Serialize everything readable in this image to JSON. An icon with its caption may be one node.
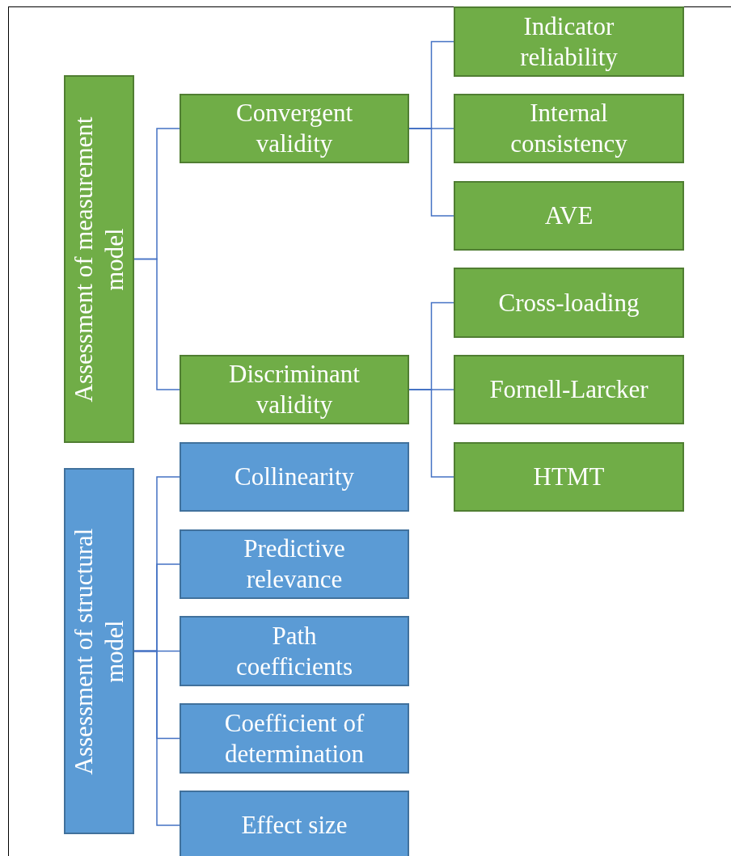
{
  "diagram": {
    "nodes": [
      {
        "text": [
          "Assessment of measurement model"
        ]
      },
      {
        "text": [
          "Convergent validity"
        ]
      },
      {
        "text": [
          "Indicator reliability"
        ]
      },
      {
        "text": [
          "Internal consistency"
        ]
      },
      {
        "text": [
          "AVE"
        ]
      },
      {
        "text": [
          "Discriminant validity"
        ]
      },
      {
        "text": [
          "Cross-loading"
        ]
      },
      {
        "text": [
          "Fornell-Larcker"
        ]
      },
      {
        "text": [
          "HTMT"
        ]
      },
      {
        "text": [
          "Assessment of structural model"
        ]
      },
      {
        "text": [
          "Collinearity"
        ]
      },
      {
        "text": [
          "Predictive relevance"
        ]
      },
      {
        "text": [
          "Path coefficients"
        ]
      },
      {
        "text": [
          "Coefficient of determination"
        ]
      },
      {
        "text": [
          "Effect size"
        ]
      }
    ],
    "edges": [
      {
        "from": 0,
        "to": 1,
        "arrow": "none"
      },
      {
        "from": 0,
        "to": 5,
        "arrow": "none"
      },
      {
        "from": 1,
        "to": 2,
        "arrow": "none"
      },
      {
        "from": 1,
        "to": 3,
        "arrow": "none"
      },
      {
        "from": 1,
        "to": 4,
        "arrow": "none"
      },
      {
        "from": 5,
        "to": 6,
        "arrow": "none"
      },
      {
        "from": 5,
        "to": 7,
        "arrow": "none"
      },
      {
        "from": 5,
        "to": 8,
        "arrow": "none"
      },
      {
        "from": 9,
        "to": 10,
        "arrow": "none"
      },
      {
        "from": 9,
        "to": 11,
        "arrow": "none"
      },
      {
        "from": 9,
        "to": 12,
        "arrow": "none"
      },
      {
        "from": 9,
        "to": 13,
        "arrow": "none"
      },
      {
        "from": 9,
        "to": 14,
        "arrow": "none"
      }
    ]
  }
}
